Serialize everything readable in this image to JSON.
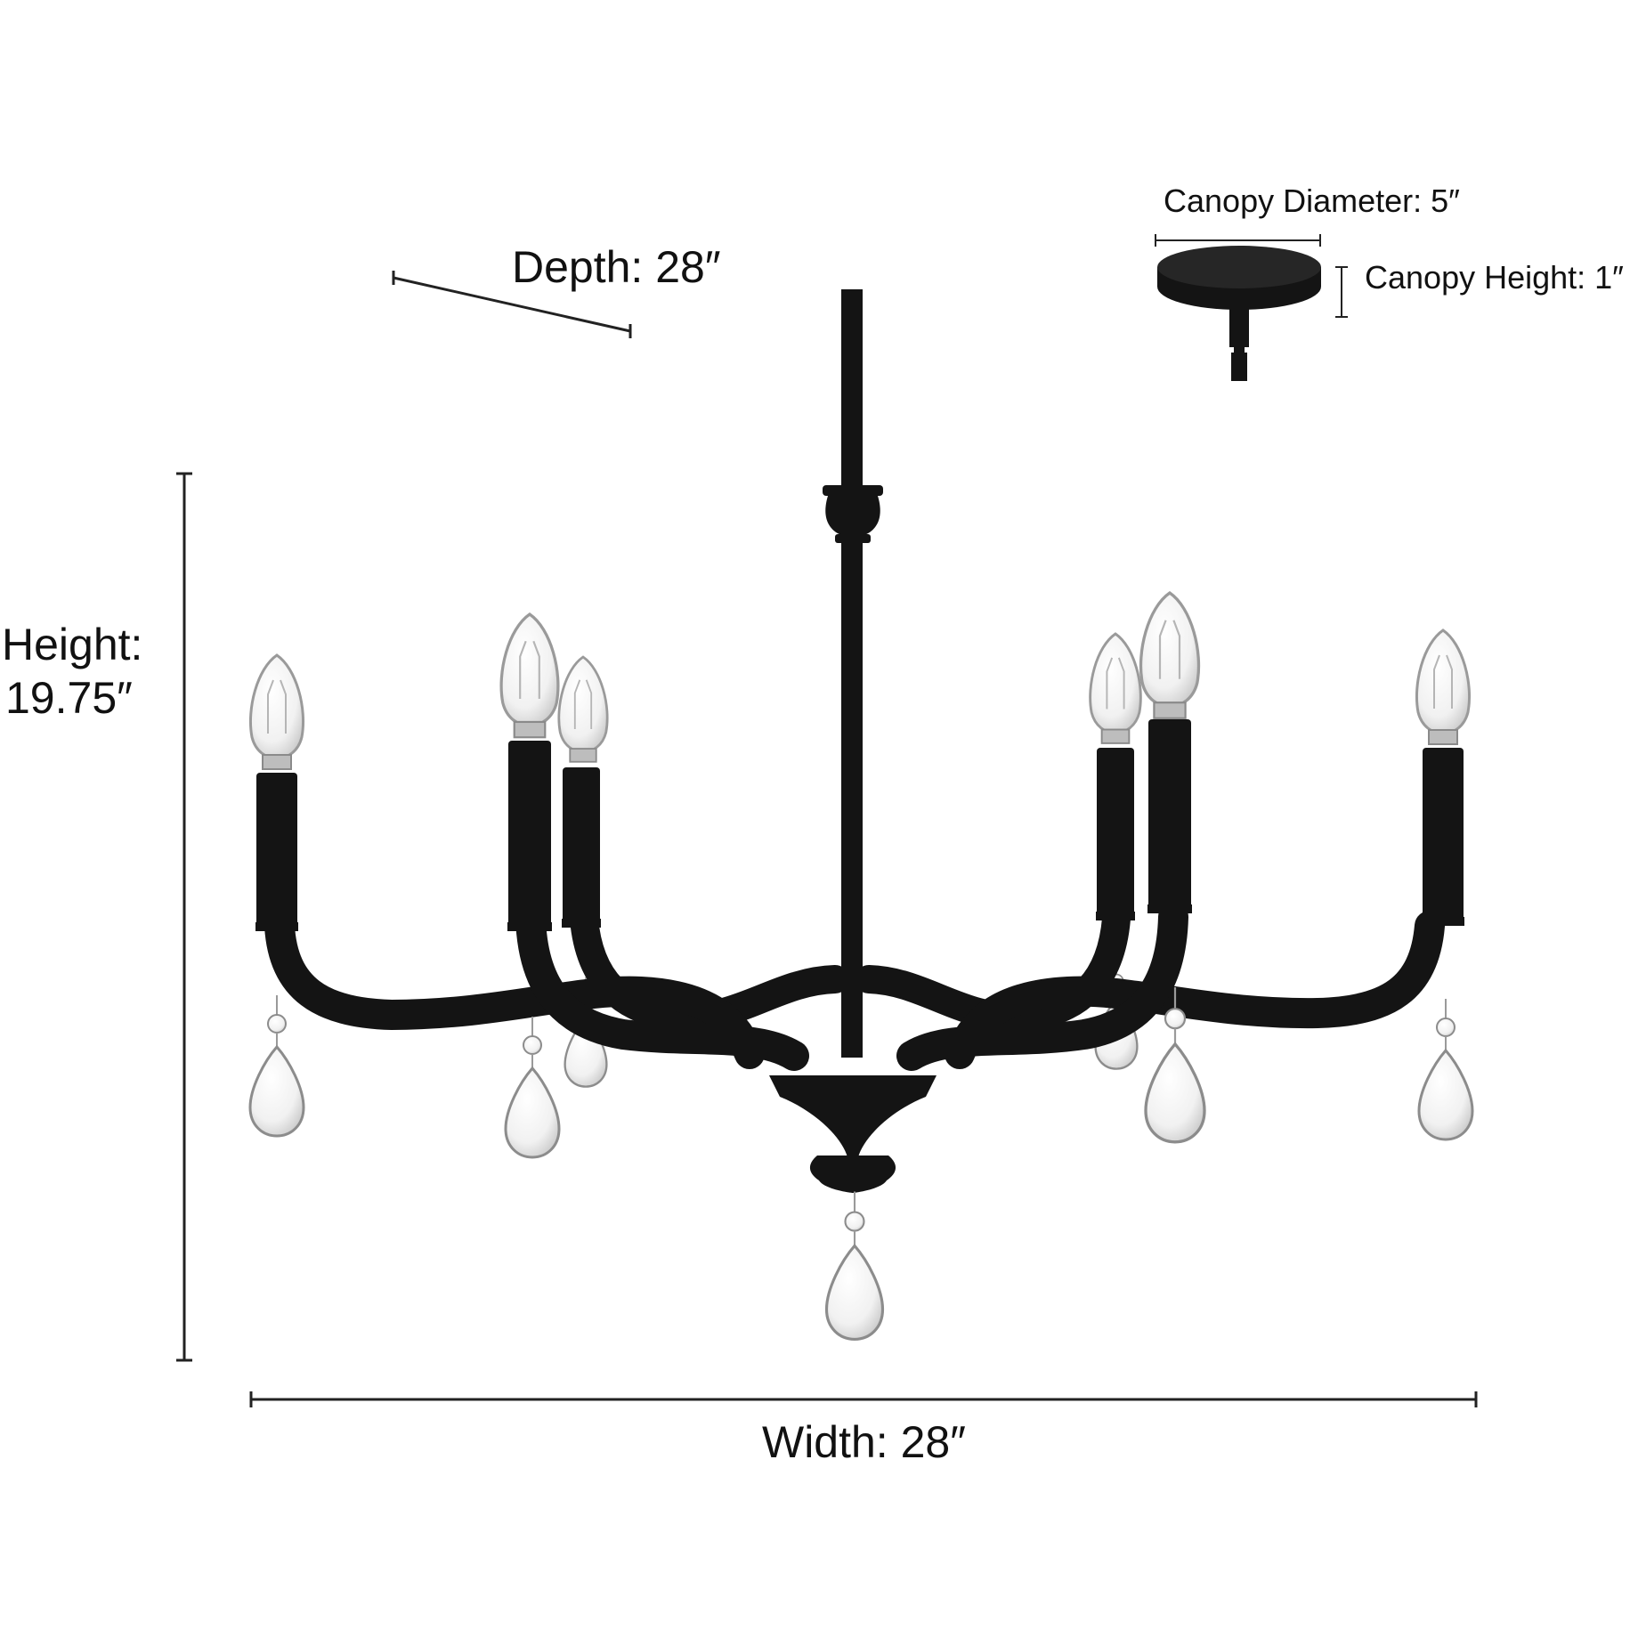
{
  "dimensions": {
    "depth": "Depth: 28″",
    "height_line1": "Height:",
    "height_line2": "19.75″",
    "width": "Width: 28″",
    "canopy_diameter": "Canopy Diameter: 5″",
    "canopy_height": "Canopy Height: 1″"
  },
  "fixture": {
    "type": "6-light chandelier with teardrop crystal pendants",
    "arm_count": 6,
    "crystal_count": 7,
    "finish_color": "#141414",
    "bulb_stroke_color": "#9a9a9a",
    "crystal_stroke_color": "#8c8c8c"
  },
  "colors": {
    "background": "#ffffff",
    "text": "#111111",
    "dimension_line": "#222222"
  }
}
